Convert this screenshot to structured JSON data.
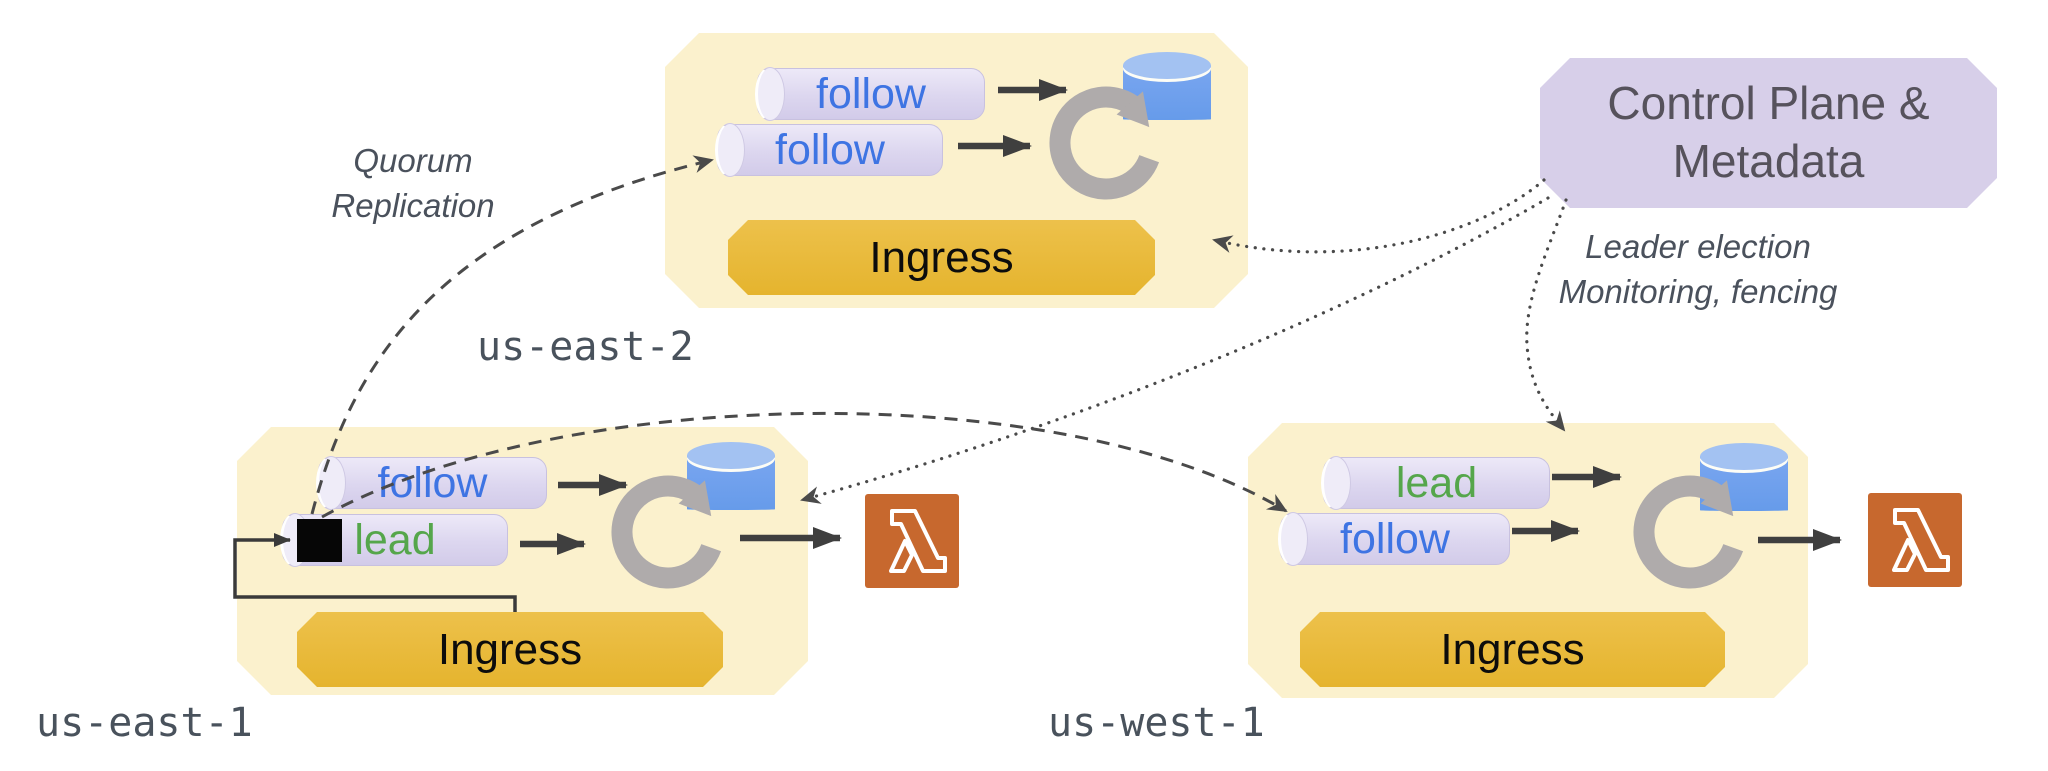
{
  "control_plane": {
    "line1": "Control Plane &",
    "line2": "Metadata"
  },
  "annotations": {
    "quorum": [
      "Quorum",
      "Replication"
    ],
    "leader": [
      "Leader election",
      "Monitoring, fencing"
    ]
  },
  "regions": [
    {
      "name": "us-east-2",
      "ingress": "Ingress",
      "pills": [
        {
          "label": "follow",
          "role": "follower"
        },
        {
          "label": "follow",
          "role": "follower"
        }
      ]
    },
    {
      "name": "us-east-1",
      "ingress": "Ingress",
      "has_leader_marker": true,
      "pills": [
        {
          "label": "follow",
          "role": "follower"
        },
        {
          "label": "lead",
          "role": "leader"
        }
      ]
    },
    {
      "name": "us-west-1",
      "ingress": "Ingress",
      "pills": [
        {
          "label": "lead",
          "role": "leader"
        },
        {
          "label": "follow",
          "role": "follower"
        }
      ]
    }
  ],
  "icons": [
    "database-icon",
    "sync-icon",
    "lambda-icon",
    "leader-marker"
  ],
  "colors": {
    "region_bg": "#FBF1CD",
    "ingress_bg": "#E9B93A",
    "pill_bg": "#DDD7F0",
    "follow_text": "#3E74E3",
    "lead_text": "#55A64B",
    "control_plane_bg": "#D7CFE9",
    "database_blue": "#6B9BED",
    "sync_gray": "#AFABAB",
    "lambda_orange": "#C7682E",
    "arrow": "#3F3F3F",
    "label_text": "#49525C"
  }
}
